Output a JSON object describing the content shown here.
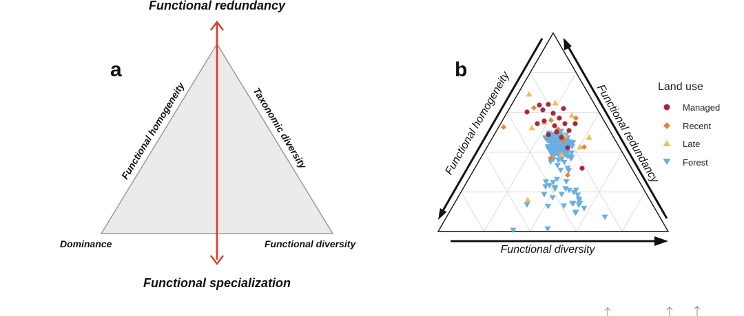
{
  "panel_a": {
    "label": "a",
    "top_label": "Functional redundancy",
    "bottom_label": "Functional specialization",
    "left_edge_label": "Functional homogeneity",
    "right_edge_label": "Taxonomic diversity",
    "bottom_left_label": "Dominance",
    "bottom_right_label": "Functional diversity",
    "colors": {
      "fill": "#ebebeb",
      "edge": "#9a9a9a",
      "arrow": "#e0382a"
    }
  },
  "panel_b": {
    "label": "b",
    "left_axis_label": "Functional homogeneity",
    "right_axis_label": "Functional redundancy",
    "bottom_axis_label": "Functional diversity",
    "legend": {
      "title": "Land use",
      "items": [
        {
          "name": "Managed",
          "color": "#a8283d",
          "shape": "circle"
        },
        {
          "name": "Recent",
          "color": "#e8843a",
          "shape": "diamond"
        },
        {
          "name": "Late",
          "color": "#f2bd57",
          "shape": "triangle-up"
        },
        {
          "name": "Forest",
          "color": "#6aafe0",
          "shape": "triangle-down"
        }
      ]
    }
  }
}
